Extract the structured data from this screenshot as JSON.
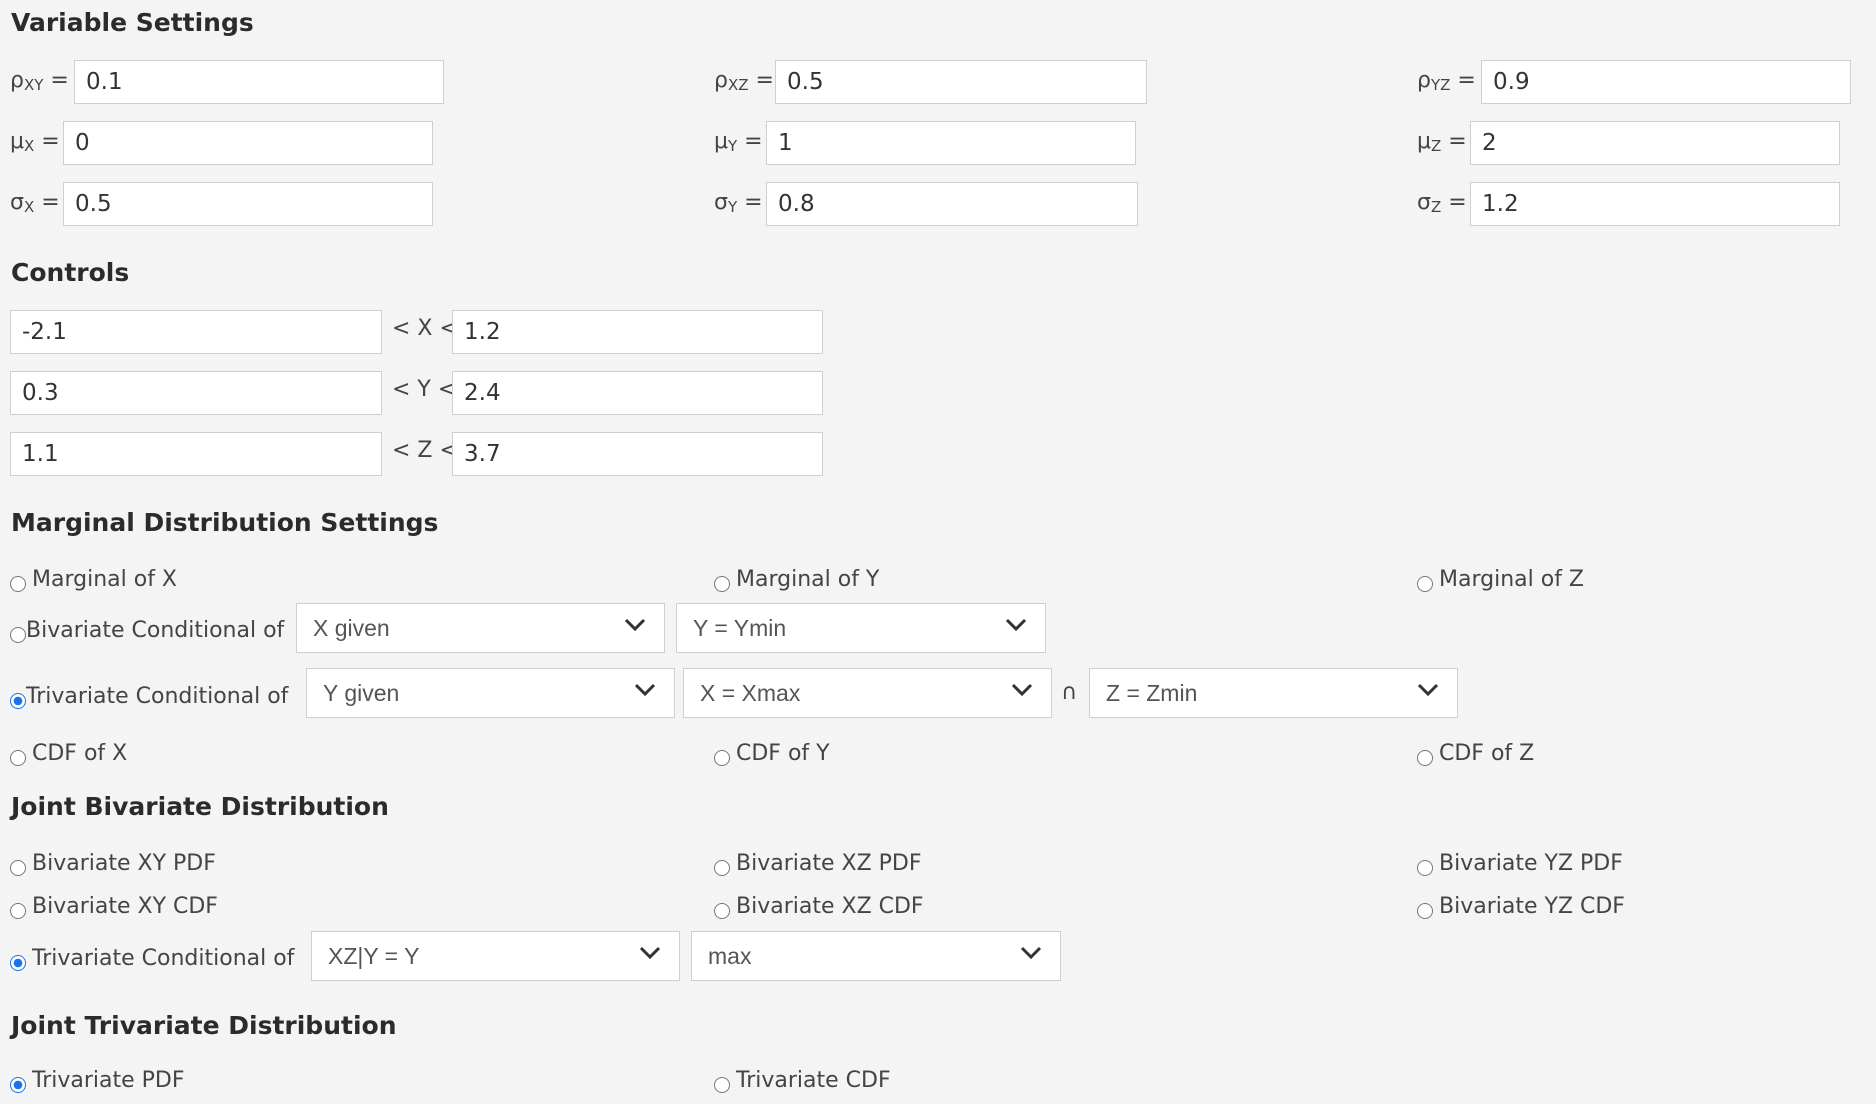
{
  "sections": {
    "variable_settings": "Variable Settings",
    "controls": "Controls",
    "marginal": "Marginal Distribution Settings",
    "joint_bivariate": "Joint Bivariate Distribution",
    "joint_trivariate": "Joint Trivariate Distribution"
  },
  "variables": {
    "rho_xy": {
      "sym": "ρ",
      "sub": "XY",
      "eq": "=",
      "value": "0.1"
    },
    "rho_xz": {
      "sym": "ρ",
      "sub": "XZ",
      "eq": "=",
      "value": "0.5"
    },
    "rho_yz": {
      "sym": "ρ",
      "sub": "YZ",
      "eq": "=",
      "value": "0.9"
    },
    "mu_x": {
      "sym": "μ",
      "sub": "X",
      "eq": "=",
      "value": "0"
    },
    "mu_y": {
      "sym": "μ",
      "sub": "Y",
      "eq": "=",
      "value": "1"
    },
    "mu_z": {
      "sym": "μ",
      "sub": "Z",
      "eq": "=",
      "value": "2"
    },
    "sigma_x": {
      "sym": "σ",
      "sub": "X",
      "eq": "=",
      "value": "0.5"
    },
    "sigma_y": {
      "sym": "σ",
      "sub": "Y",
      "eq": "=",
      "value": "0.8"
    },
    "sigma_z": {
      "sym": "σ",
      "sub": "Z",
      "eq": "=",
      "value": "1.2"
    }
  },
  "controls": {
    "x": {
      "low": "-2.1",
      "label": "< X <",
      "high": "1.2"
    },
    "y": {
      "low": "0.3",
      "label": "< Y <",
      "high": "2.4"
    },
    "z": {
      "low": "1.1",
      "label": "< Z <",
      "high": "3.7"
    }
  },
  "marginal": {
    "marginal_x": {
      "label": "Marginal of X",
      "checked": false
    },
    "marginal_y": {
      "label": "Marginal of Y",
      "checked": false
    },
    "marginal_z": {
      "label": "Marginal of Z",
      "checked": false
    },
    "bivariate_conditional": {
      "label": "Bivariate Conditional of",
      "checked": false,
      "select1": "X given",
      "select2": "Y = Ymin"
    },
    "trivariate_conditional": {
      "label": "Trivariate Conditional of",
      "checked": true,
      "select1": "Y given",
      "select2": "X = Xmax",
      "intersect": "∩",
      "select3": "Z = Zmin"
    },
    "cdf_x": {
      "label": "CDF of X",
      "checked": false
    },
    "cdf_y": {
      "label": "CDF of Y",
      "checked": false
    },
    "cdf_z": {
      "label": "CDF of Z",
      "checked": false
    }
  },
  "joint_bivariate": {
    "xy_pdf": {
      "label": "Bivariate XY PDF",
      "checked": false
    },
    "xz_pdf": {
      "label": "Bivariate XZ PDF",
      "checked": false
    },
    "yz_pdf": {
      "label": "Bivariate YZ PDF",
      "checked": false
    },
    "xy_cdf": {
      "label": "Bivariate XY CDF",
      "checked": false
    },
    "xz_cdf": {
      "label": "Bivariate XZ CDF",
      "checked": false
    },
    "yz_cdf": {
      "label": "Bivariate YZ CDF",
      "checked": false
    },
    "trivariate_conditional": {
      "label": "Trivariate Conditional of",
      "checked": true,
      "select1": "XZ|Y = Y",
      "select2": "max"
    }
  },
  "joint_trivariate": {
    "pdf": {
      "label": "Trivariate PDF",
      "checked": true
    },
    "cdf": {
      "label": "Trivariate CDF",
      "checked": false
    }
  },
  "icons": {
    "select_arrow": "chevron-down-icon"
  },
  "colors": {
    "radio_selected": "#1a73e8",
    "background": "#f4f4f4"
  }
}
